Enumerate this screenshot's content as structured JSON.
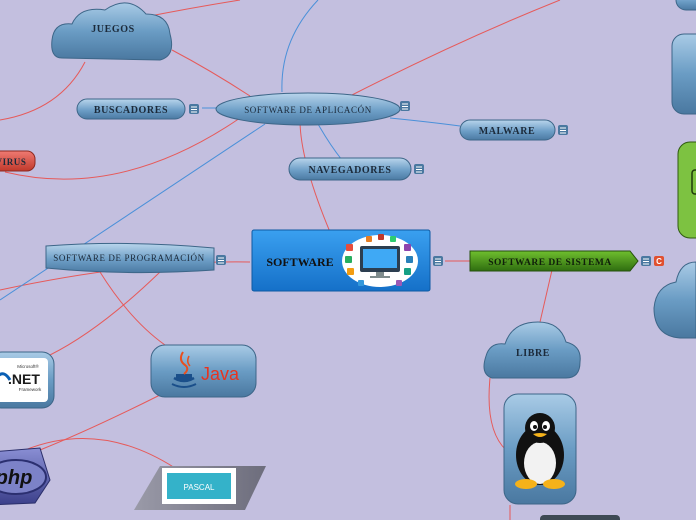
{
  "colors": {
    "background": "#c3bfdf",
    "bubble_blue": "#5b8fb8",
    "link_red": "#e65a5a",
    "link_blue": "#4a90d9",
    "system_green": "#3a7d1a",
    "antivirus_red": "#d04040",
    "central_blue": "#1e88e5"
  },
  "nodes": {
    "central": "SOFTWARE",
    "aplicacion": "SOFTWARE DE APLICACÓN",
    "juegos": "JUEGOS",
    "buscadores": "BUSCADORES",
    "navegadores": "NAVEGADORES",
    "malware": "MALWARE",
    "antivirus": "VIRUS",
    "programacion": "SOFTWARE DE PROGRAMACIÓN",
    "sistema": "SOFTWARE DE SISTEMA",
    "libre": "LIBRE"
  },
  "logos": {
    "java": "Java",
    "dotnet_small": "Microsoft®",
    "dotnet": ".NET",
    "dotnet_sub": "Framework",
    "php": "php",
    "pascal": "PASCAL"
  },
  "badges": {
    "sistema_badge": "C"
  },
  "icons": {
    "menu": "list-icon",
    "tux": "linux-penguin-icon"
  }
}
